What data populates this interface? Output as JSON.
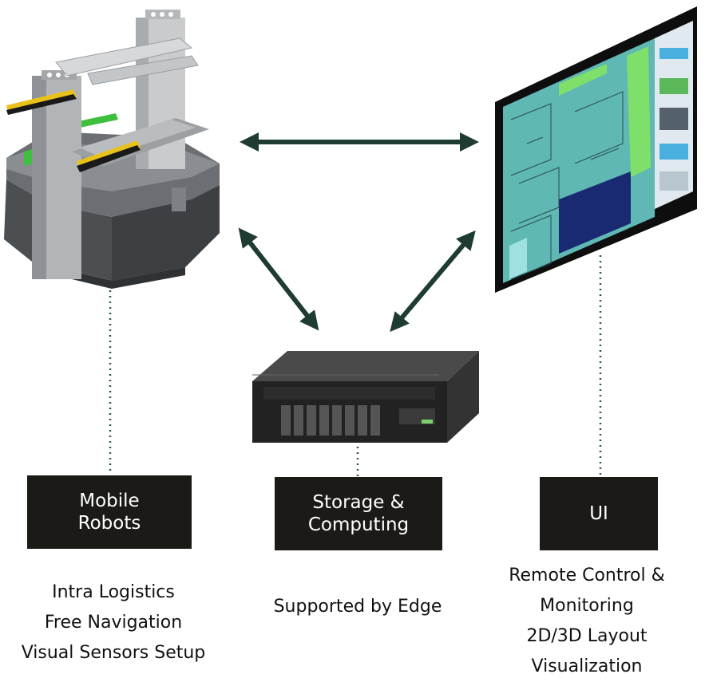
{
  "colors": {
    "arrow": "#1f3c33",
    "connector": "#2e5a45",
    "label_bg": "#1c1a17",
    "label_text": "#ffffff",
    "map_floor": "#5fb8b4",
    "map_highlight": "#7ee06a",
    "map_dark": "#1a2a72"
  },
  "icons": {
    "robot": "mobile-robot-icon",
    "server": "rack-server-icon",
    "monitor": "monitor-map-icon"
  },
  "nodes": {
    "robots": {
      "label_line1": "Mobile",
      "label_line2": "Robots",
      "captions": [
        "Intra Logistics",
        "Free Navigation",
        "Visual Sensors Setup"
      ]
    },
    "storage": {
      "label_line1": "Storage &",
      "label_line2": "Computing",
      "captions": [
        "Supported by Edge"
      ]
    },
    "ui": {
      "label_line1": "UI",
      "captions": [
        "Remote Control &",
        "Monitoring",
        "2D/3D Layout",
        "Visualization"
      ]
    }
  }
}
